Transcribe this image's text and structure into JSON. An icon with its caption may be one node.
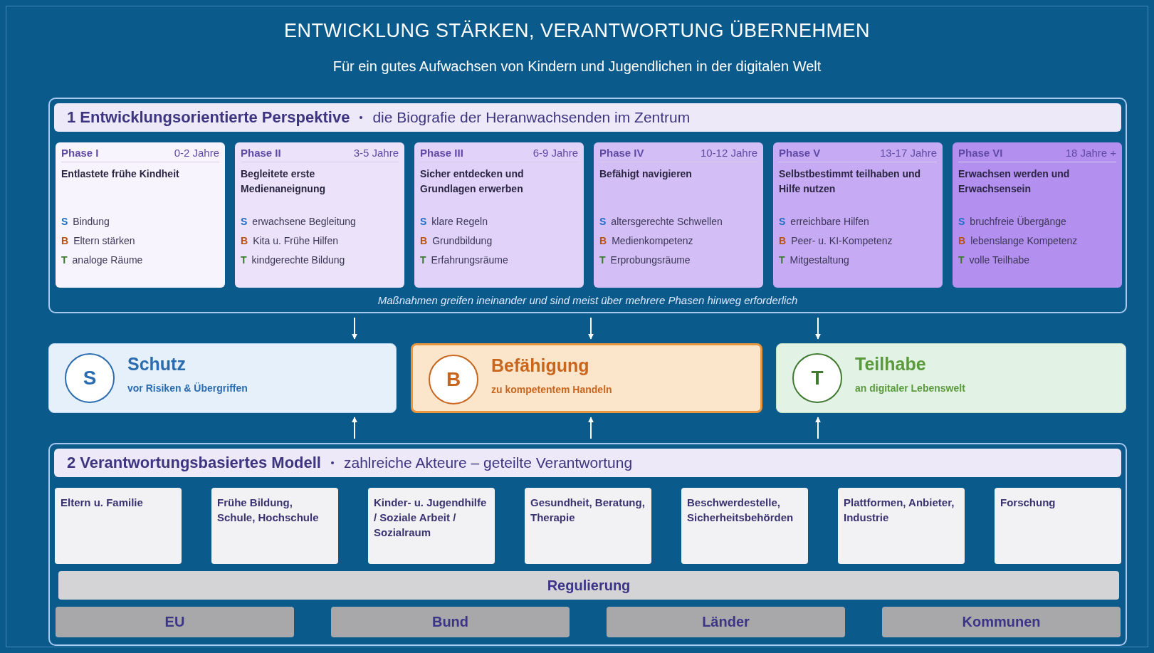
{
  "diagram": {
    "title": "ENTWICKLUNG STÄRKEN, VERANTWORTUNG ÜBERNEHMEN",
    "caption": "Für ein gutes Aufwachsen von Kindern und Jugendlichen in der digitalen Welt",
    "nodes": [
      {
        "text": [
          "1 Entwicklungsorientierte Perspektive",
          "die Biografie der Heranwachsenden im Zentrum",
          "Maßnahmen greifen ineinander und sind meist über mehrere Phasen hinweg erforderlich"
        ]
      },
      {
        "in": 0,
        "text": [
          "Phase I",
          "0-2 Jahre",
          "Entlastete frühe Kindheit",
          "S",
          "Bindung",
          "B",
          "Eltern stärken",
          "T",
          "analoge Räume"
        ]
      },
      {
        "in": 0,
        "text": [
          "Phase II",
          "3-5 Jahre",
          "Begleitete erste Medienaneignung",
          "S",
          "erwachsene Begleitung",
          "B",
          "Kita u. Frühe Hilfen",
          "T",
          "kindgerechte Bildung"
        ]
      },
      {
        "in": 0,
        "text": [
          "Phase III",
          "6-9 Jahre",
          "Sicher entdecken und Grundlagen erwerben",
          "S",
          "klare Regeln",
          "B",
          "Grundbildung",
          "T",
          "Erfahrungsräume"
        ]
      },
      {
        "in": 0,
        "text": [
          "Phase IV",
          "10-12 Jahre",
          "Befähigt navigieren",
          "S",
          "altersgerechte Schwellen",
          "B",
          "Medienkompetenz",
          "T",
          "Erprobungsräume"
        ]
      },
      {
        "in": 0,
        "text": [
          "Phase V",
          "13-17 Jahre",
          "Selbstbestimmt teilhaben und Hilfe nutzen",
          "S",
          "erreichbare Hilfen",
          "B",
          "Peer- u. KI-Kompetenz",
          "T",
          "Mitgestaltung"
        ]
      },
      {
        "in": 0,
        "text": [
          "Phase VI",
          "18 Jahre +",
          "Erwachsen werden und Erwachsensein",
          "S",
          "bruchfreie Übergänge",
          "B",
          "lebenslange Kompetenz",
          "T",
          "volle Teilhabe"
        ]
      },
      {
        "text": [
          "S",
          "Schutz",
          "vor Risiken & Übergriffen"
        ]
      },
      {
        "text": [
          "B",
          "Befähigung",
          "zu kompetentem Handeln"
        ]
      },
      {
        "text": [
          "T",
          "Teilhabe",
          "an digitaler Lebenswelt"
        ]
      },
      {
        "text": [
          "2 Verantwortungsbasiertes Modell",
          "zahlreiche Akteure – geteilte Verantwortung"
        ]
      },
      {
        "in": 10,
        "text": [
          "Eltern u. Familie"
        ]
      },
      {
        "in": 10,
        "text": [
          "Frühe Bildung, Schule, Hochschule"
        ]
      },
      {
        "in": 10,
        "text": [
          "Kinder- u. Jugendhilfe / Soziale Arbeit / Sozialraum"
        ]
      },
      {
        "in": 10,
        "text": [
          "Gesundheit, Beratung, Therapie"
        ]
      },
      {
        "in": 10,
        "text": [
          "Beschwerdestelle, Sicherheitsbehörden"
        ]
      },
      {
        "in": 10,
        "text": [
          "Plattformen, Anbieter, Industrie"
        ]
      },
      {
        "in": 10,
        "text": [
          "Forschung"
        ]
      },
      {
        "in": 10,
        "text": [
          "Regulierung"
        ]
      },
      {
        "in": 10,
        "text": [
          "EU"
        ]
      },
      {
        "in": 10,
        "text": [
          "Bund"
        ]
      },
      {
        "in": 10,
        "text": [
          "Länder"
        ]
      },
      {
        "in": 10,
        "text": [
          "Kommunen"
        ]
      }
    ],
    "edges": [
      {
        "from": 0,
        "to": 7,
        "arrow": "to"
      },
      {
        "from": 0,
        "to": 8,
        "arrow": "to"
      },
      {
        "from": 0,
        "to": 9,
        "arrow": "to"
      },
      {
        "from": 10,
        "to": 7,
        "arrow": "to"
      },
      {
        "from": 10,
        "to": 8,
        "arrow": "to"
      },
      {
        "from": 10,
        "to": 9,
        "arrow": "to"
      }
    ]
  }
}
